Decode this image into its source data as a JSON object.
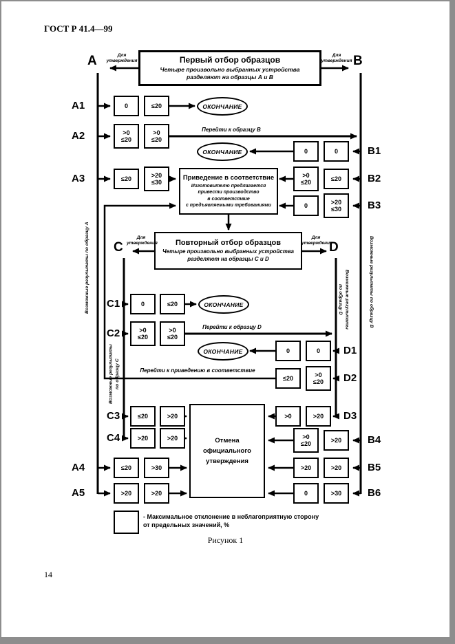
{
  "header": "ГОСТ Р 41.4—99",
  "page_number": "14",
  "figure": {
    "caption": "Рисунок 1",
    "nodes": {
      "a": "A",
      "b": "B",
      "c": "C",
      "d": "D"
    },
    "for_approval": "Для\nутверждения",
    "ending": "ОКОНЧАНИЕ",
    "flow_labels": {
      "goto_b": "Перейти к образцу В",
      "goto_d": "Перейти к образцу D",
      "goto_compliance": "Перейти к приведению в соответствие"
    },
    "side_labels": {
      "results_a": "Возможные результаты по образцу А",
      "results_b": "Возможные результаты по образцу В",
      "results_c": "Возможные результаты\nпо образцу С",
      "results_d": "Возможные результаты\nпо образцу D"
    },
    "process_boxes": {
      "first_selection": {
        "title": "Первый отбор образцов",
        "subtitle": "Четыре произвольно выбранных устройства\nразделяют на образцы А и В"
      },
      "compliance": {
        "title": "Приведение в соответствие",
        "subtitle": "Изготовителю предлагается\nпривести производство\nв соответствие\nс предъявляемыми требованиями"
      },
      "second_selection": {
        "title": "Повторный отбор образцов",
        "subtitle": "Четыре произвольно выбранных устройства\nразделяют на образцы С и D"
      },
      "revocation": {
        "title": "Отмена\nофициального\nутверждения"
      }
    },
    "rows": {
      "a1": {
        "label": "A1",
        "v1": "0",
        "v2": "≤20"
      },
      "a2": {
        "label": "A2",
        "v1": ">0\n≤20",
        "v2": ">0\n≤20"
      },
      "a3": {
        "label": "A3",
        "v1": "≤20",
        "v2": ">20\n≤30"
      },
      "a4": {
        "label": "A4",
        "v1": "≤20",
        "v2": ">30"
      },
      "a5": {
        "label": "A5",
        "v1": ">20",
        "v2": ">20"
      },
      "b1": {
        "label": "B1",
        "v1": "0",
        "v2": "0"
      },
      "b2": {
        "label": "B2",
        "v1": ">0\n≤20",
        "v2": "≤20"
      },
      "b3": {
        "label": "B3",
        "v1": "0",
        "v2": ">20\n≤30"
      },
      "b4": {
        "label": "B4",
        "v1": ">0\n≤20",
        "v2": ">20"
      },
      "b5": {
        "label": "B5",
        "v1": ">20",
        "v2": ">20"
      },
      "b6": {
        "label": "B6",
        "v1": "0",
        "v2": ">30"
      },
      "c1": {
        "label": "C1",
        "v1": "0",
        "v2": "≤20"
      },
      "c2": {
        "label": "C2",
        "v1": ">0\n≤20",
        "v2": ">0\n≤20"
      },
      "c3": {
        "label": "C3",
        "v1": "≤20",
        "v2": ">20"
      },
      "c4": {
        "label": "C4",
        "v1": ">20",
        "v2": ">20"
      },
      "d1": {
        "label": "D1",
        "v1": "0",
        "v2": "0"
      },
      "d2": {
        "label": "D2",
        "v1": "≤20",
        "v2": ">0\n≤20"
      },
      "d3": {
        "label": "D3",
        "v1": ">0",
        "v2": ">20"
      }
    },
    "legend": "- Максимальное отклонение в неблагоприятную сторону\nот предельных значений, %"
  }
}
